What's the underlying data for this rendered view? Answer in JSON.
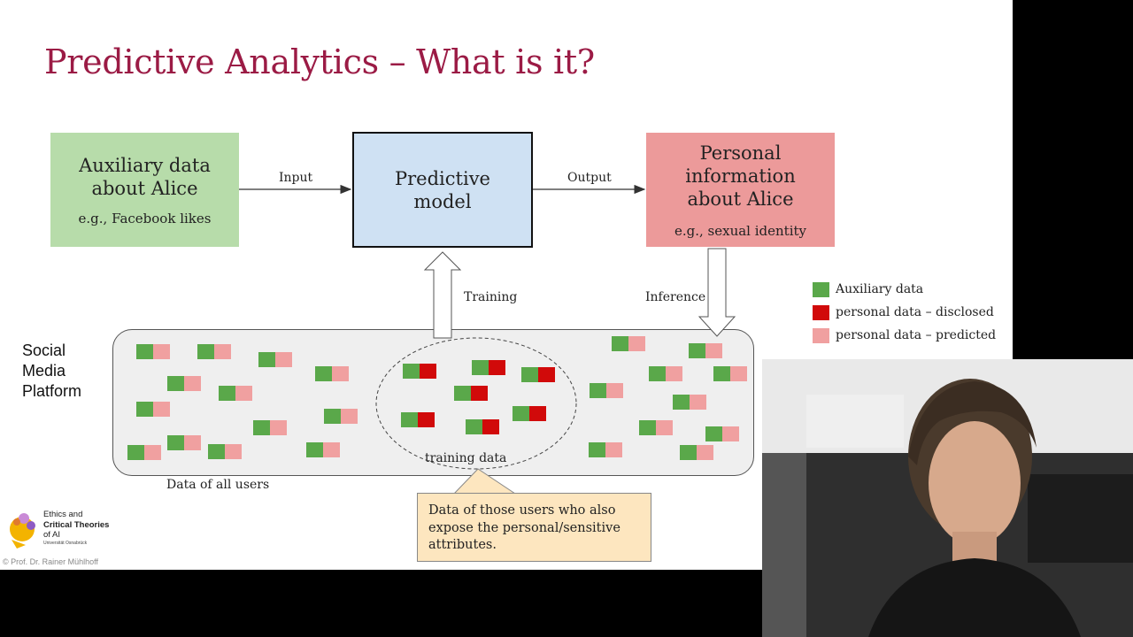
{
  "slide": {
    "title": "Predictive Analytics – What is it?"
  },
  "boxes": {
    "auxiliary": {
      "main": "Auxiliary data about Alice",
      "example": "e.g., Facebook likes"
    },
    "model": {
      "main": "Predictive model"
    },
    "personal": {
      "main": "Personal information about Alice",
      "example": "e.g., sexual identity"
    }
  },
  "arrows": {
    "input": "Input",
    "output": "Output",
    "training": "Training",
    "inference": "Inference"
  },
  "platform": {
    "label_lines": [
      "Social",
      "Media",
      "Platform"
    ],
    "caption": "Data of all users",
    "training_subset": "training data"
  },
  "callout": {
    "text": "Data of those users who also expose the personal/sensitive attributes."
  },
  "legend": {
    "items": [
      {
        "label": "Auxiliary data",
        "color": "#5aa84a"
      },
      {
        "label": "personal data – disclosed",
        "color": "#d10a0a"
      },
      {
        "label": "personal data – predicted",
        "color": "#f0a0a0"
      }
    ]
  },
  "logo": {
    "line1": "Ethics and",
    "line2": "Critical Theories",
    "line3": "of AI",
    "uni": "Universität Osnabrück"
  },
  "copyright": "© Prof. Dr. Rainer Mühlhoff",
  "colors": {
    "title": "#9b1b45",
    "auxiliary_box": "#b7dcaa",
    "model_box": "#cfe1f3",
    "personal_box": "#ec9a9a",
    "callout": "#fde6bf"
  },
  "webcam": {
    "icon": "presenter-video-feed"
  }
}
